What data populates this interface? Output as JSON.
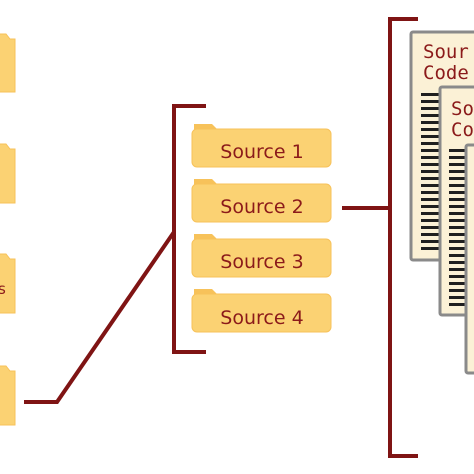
{
  "colors": {
    "bracket": "#7f1414",
    "folder_fill": "#fbd273",
    "folder_tab": "#f7c25a",
    "folder_text": "#8b1a1a",
    "doc_fill": "#fbf1d6",
    "doc_border": "#8a8a8a",
    "code_bar": "#1f1f1f"
  },
  "left_column": {
    "partial_folder_label": "s"
  },
  "sources": {
    "items": [
      {
        "label": "Source 1",
        "icon": "folder-icon"
      },
      {
        "label": "Source 2",
        "icon": "folder-icon"
      },
      {
        "label": "Source 3",
        "icon": "folder-icon"
      },
      {
        "label": "Source 4",
        "icon": "folder-icon"
      }
    ]
  },
  "source_code_docs": {
    "doc1_title_line1": "Sour",
    "doc1_title_line2": "Code",
    "doc2_title_line1": "So",
    "doc2_title_line2": "Co"
  }
}
